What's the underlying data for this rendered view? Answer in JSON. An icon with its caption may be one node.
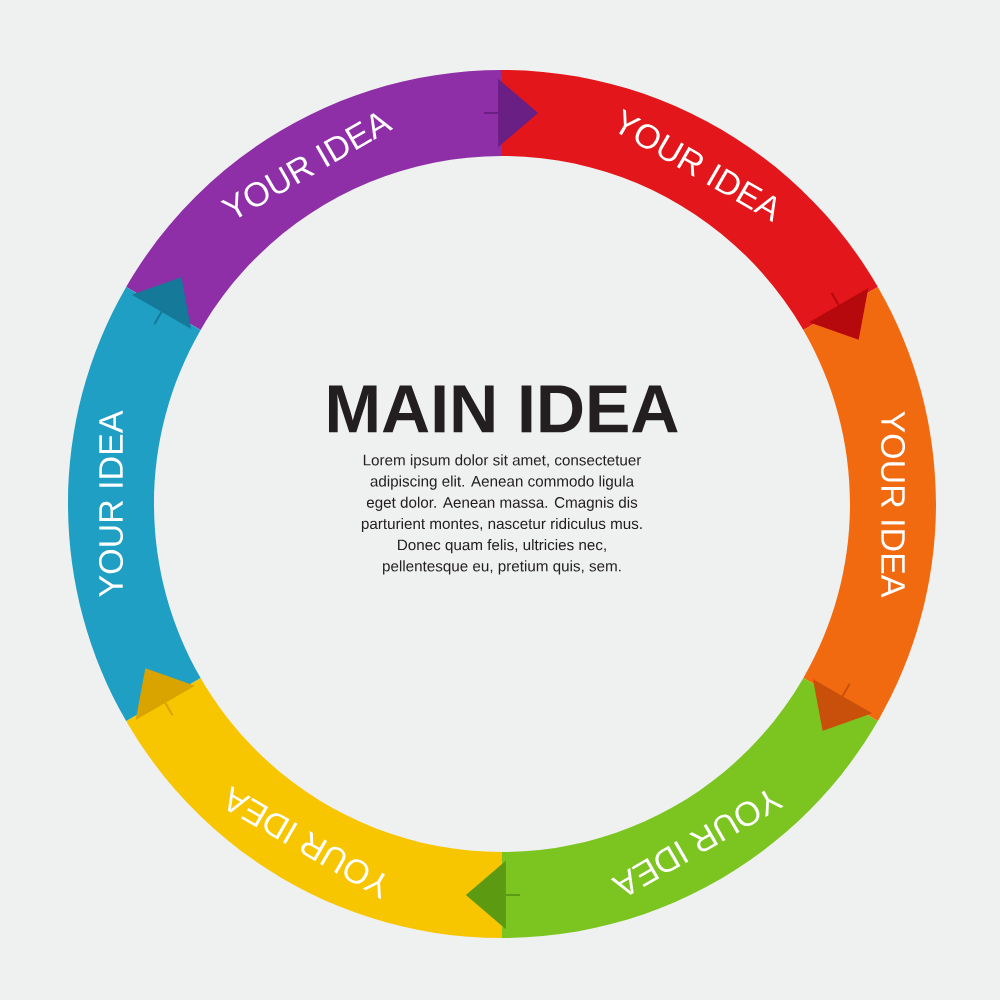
{
  "diagram": {
    "nodes": [
      {
        "text": [
          "MAIN IDEA",
          "Lorem ipsum dolor sit amet, consectetuer adipiscing elit. Aenean commodo ligula eget dolor. Aenean massa. Cmagnis dis parturient montes, nascetur ridiculus mus. Donec quam felis, ultricies nec, pellentesque eu, pretium quis, sem."
        ]
      },
      {
        "text": [
          "YOUR IDEA"
        ]
      },
      {
        "text": [
          "YOUR IDEA"
        ]
      },
      {
        "text": [
          "YOUR IDEA"
        ]
      },
      {
        "text": [
          "YOUR IDEA"
        ]
      },
      {
        "text": [
          "YOUR IDEA"
        ]
      },
      {
        "text": [
          "YOUR IDEA"
        ]
      }
    ],
    "edges": [
      {
        "from": 1,
        "to": 2,
        "arrow": "to",
        "color": "#6a1f85"
      },
      {
        "from": 2,
        "to": 3,
        "arrow": "to",
        "color": "#b5090e"
      },
      {
        "from": 3,
        "to": 4,
        "arrow": "to",
        "color": "#c9500a"
      },
      {
        "from": 4,
        "to": 5,
        "arrow": "to",
        "color": "#5c9a12"
      },
      {
        "from": 5,
        "to": 6,
        "arrow": "to",
        "color": "#d9a300"
      },
      {
        "from": 6,
        "to": 1,
        "arrow": "to",
        "color": "#15799a"
      }
    ]
  }
}
